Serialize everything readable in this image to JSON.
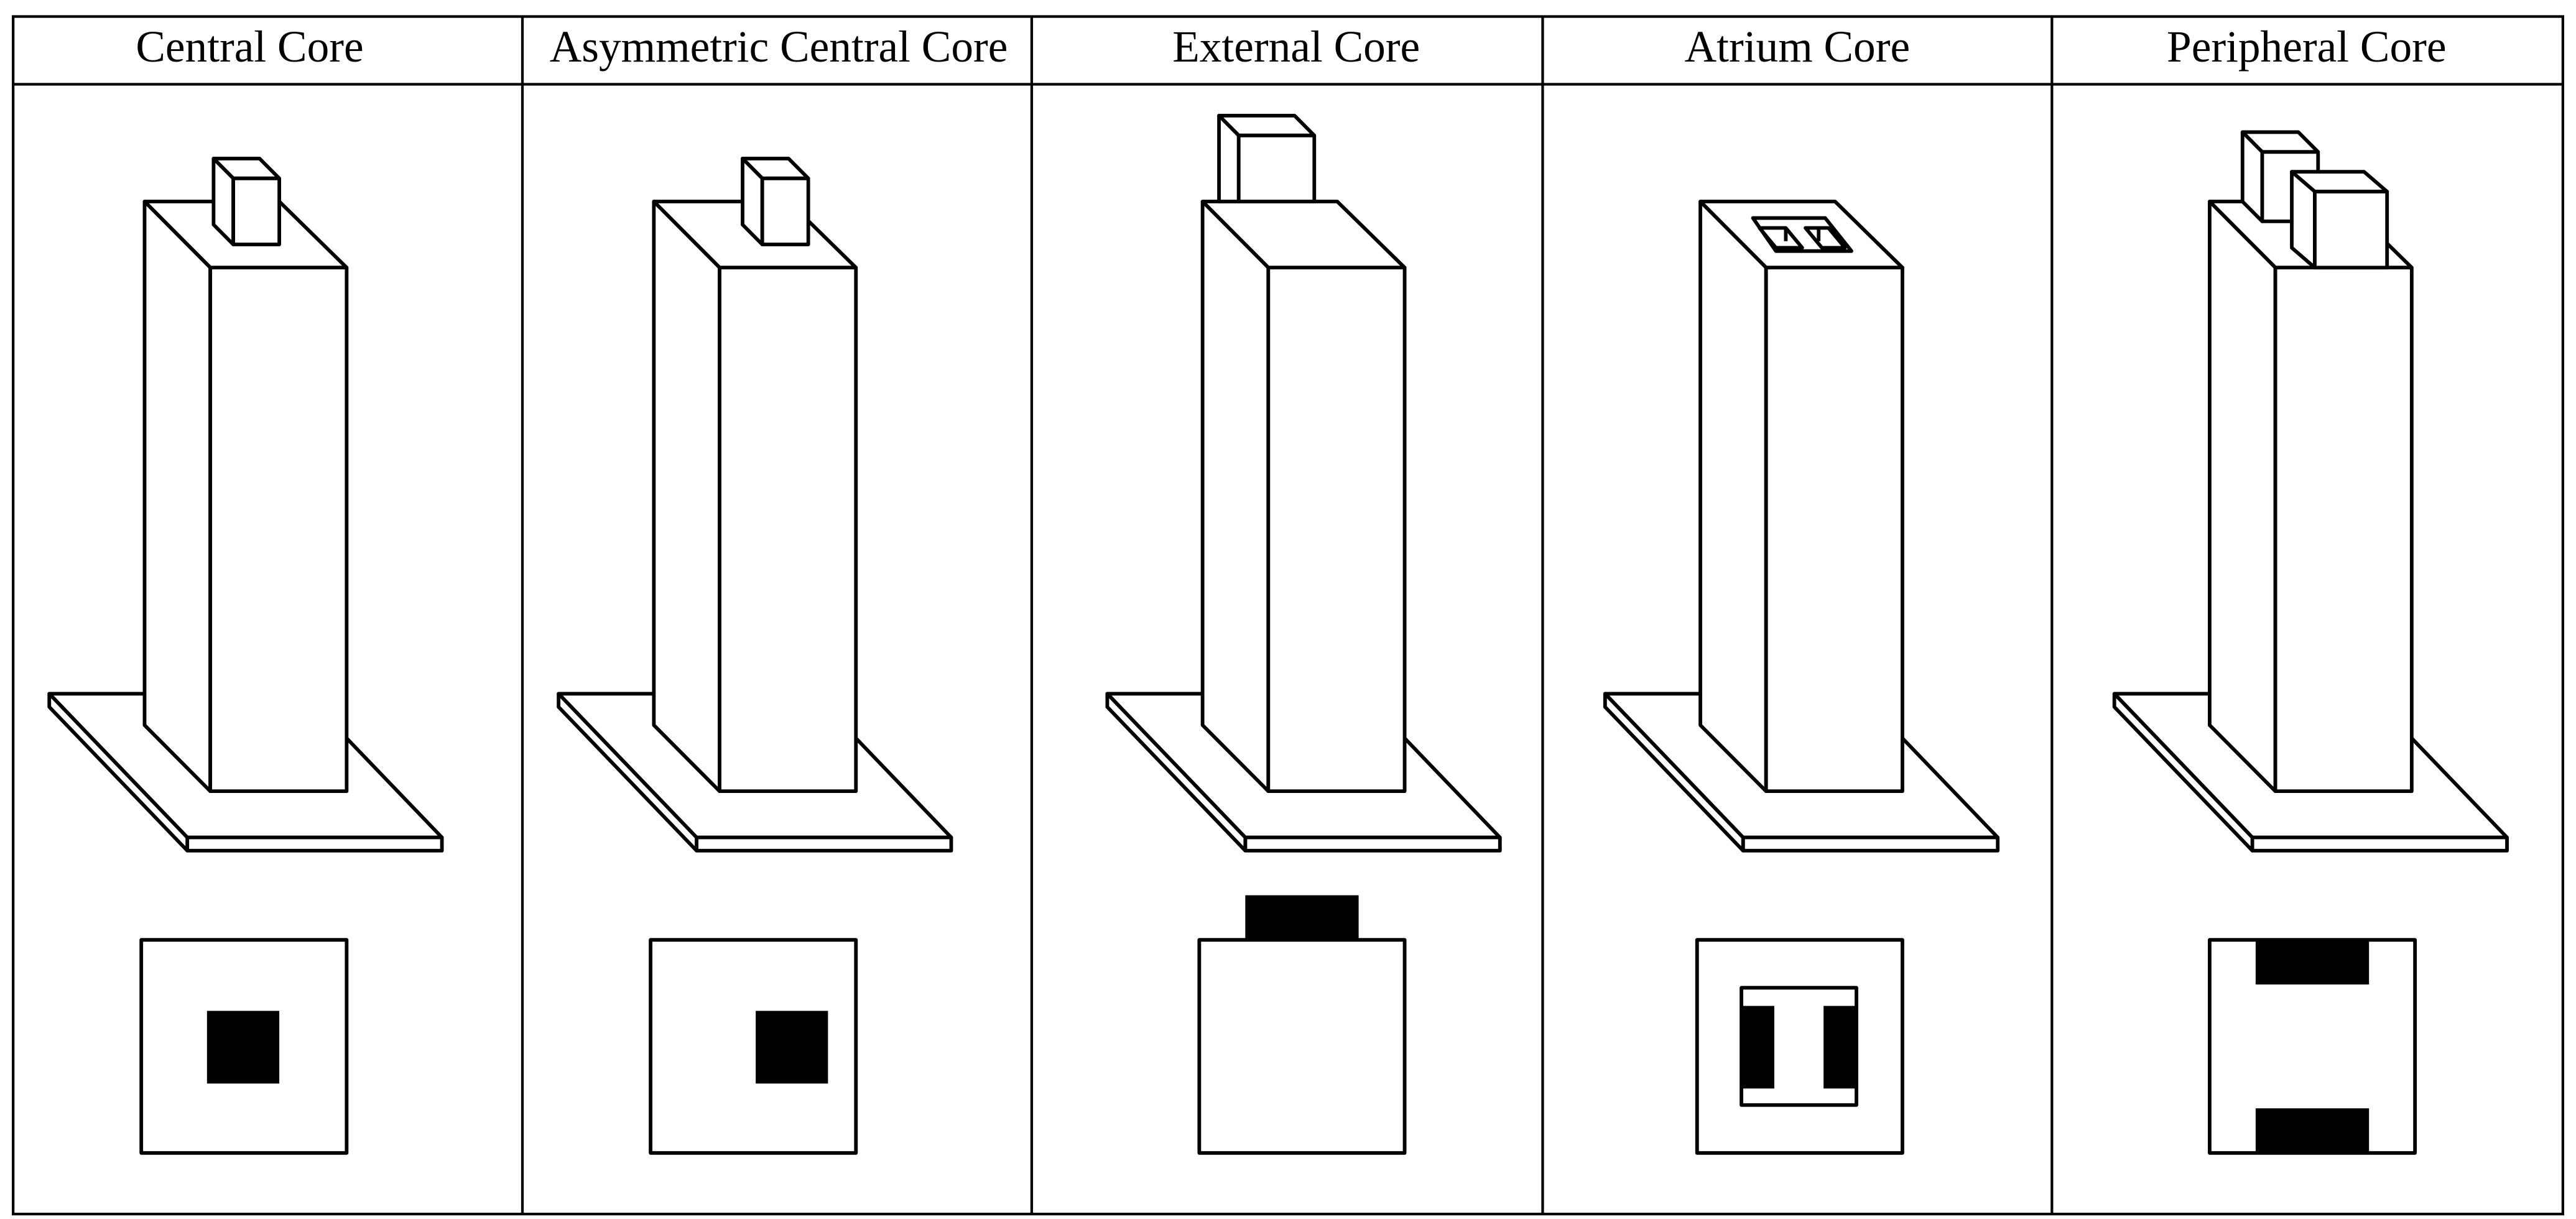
{
  "figure": {
    "panels": [
      {
        "id": "central",
        "title": "Central Core",
        "plan_style": "central"
      },
      {
        "id": "asymmetric",
        "title": "Asymmetric Central Core",
        "plan_style": "asymmetric"
      },
      {
        "id": "external",
        "title": "External  Core",
        "plan_style": "external"
      },
      {
        "id": "atrium",
        "title": "Atrium  Core",
        "plan_style": "atrium"
      },
      {
        "id": "peripheral",
        "title": "Peripheral  Core",
        "plan_style": "peripheral"
      }
    ],
    "colors": {
      "line": "#000000",
      "core_fill": "#000000",
      "background": "#ffffff"
    }
  }
}
